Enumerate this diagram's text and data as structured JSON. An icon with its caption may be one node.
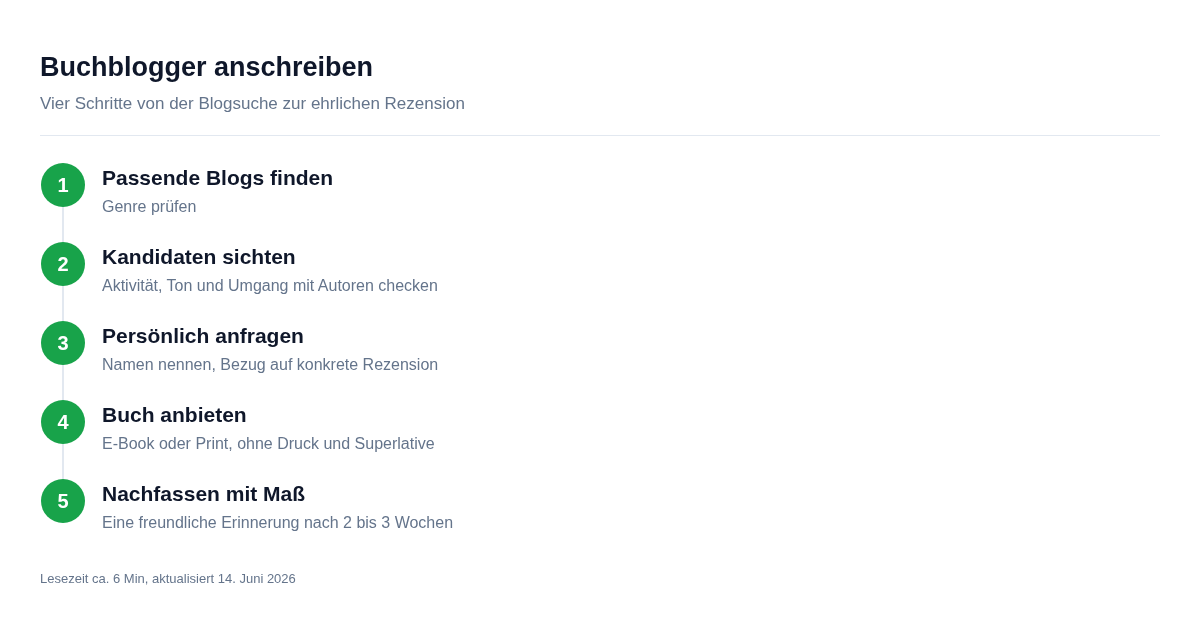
{
  "diagram": {
    "title": "Buchblogger anschreiben",
    "nodes": [
      {
        "text": [
          "1"
        ],
        "beside": [
          "Passende Blogs finden",
          "Genre prüfen"
        ]
      },
      {
        "text": [
          "2"
        ],
        "beside": [
          "Kandidaten sichten",
          "Aktivität, Ton und Umgang mit Autoren checken"
        ]
      },
      {
        "text": [
          "3"
        ],
        "beside": [
          "Persönlich anfragen",
          "Namen nennen, Bezug auf konkrete Rezension"
        ]
      },
      {
        "text": [
          "4"
        ],
        "beside": [
          "Buch anbieten",
          "E-Book oder Print, ohne Druck und Superlative"
        ]
      },
      {
        "text": [
          "5"
        ],
        "beside": [
          "Nachfassen mit Maß",
          "Eine freundliche Erinnerung nach 2 bis 3 Wochen"
        ]
      }
    ],
    "edges": [
      {
        "from": 0,
        "to": 1,
        "arrow": "none"
      },
      {
        "from": 1,
        "to": 2,
        "arrow": "none"
      },
      {
        "from": 2,
        "to": 3,
        "arrow": "none"
      },
      {
        "from": 3,
        "to": 4,
        "arrow": "none"
      }
    ],
    "labels": [
      "Vier Schritte von der Blogsuche zur ehrlichen Rezension",
      "Lesezeit ca. 6 Min, aktualisiert 14. Juni 2026"
    ]
  }
}
